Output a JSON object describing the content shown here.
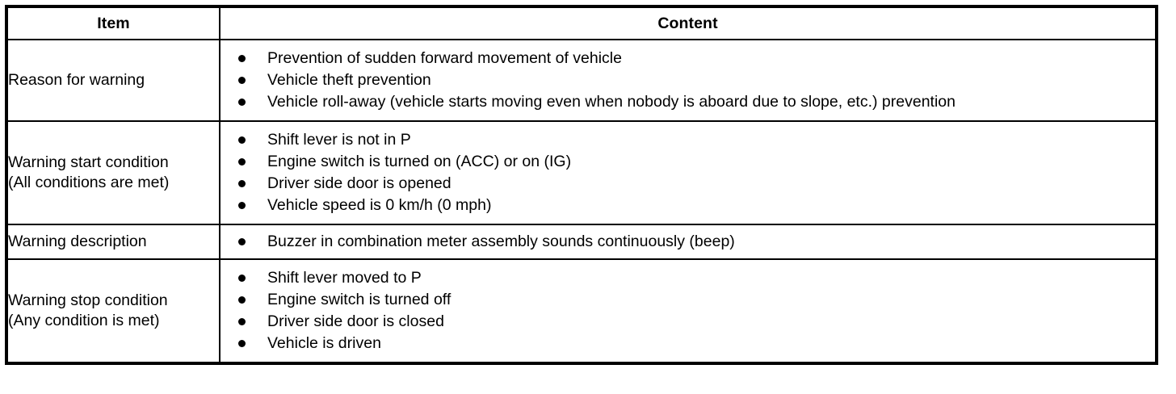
{
  "table": {
    "headers": {
      "item": "Item",
      "content": "Content"
    },
    "rows": [
      {
        "item_line1": "Reason for warning",
        "item_line2": "",
        "bullets": [
          "Prevention of sudden forward movement of vehicle",
          "Vehicle theft prevention",
          "Vehicle roll-away (vehicle starts moving even when nobody is aboard due to slope, etc.) prevention"
        ]
      },
      {
        "item_line1": "Warning start condition",
        "item_line2": "(All conditions are met)",
        "bullets": [
          "Shift lever is not in P",
          "Engine switch is turned on (ACC) or on (IG)",
          "Driver side door is opened",
          "Vehicle speed is 0 km/h (0 mph)"
        ]
      },
      {
        "item_line1": "Warning description",
        "item_line2": "",
        "bullets": [
          "Buzzer in combination meter assembly sounds continuously (beep)"
        ]
      },
      {
        "item_line1": "Warning stop condition",
        "item_line2": "(Any condition is met)",
        "bullets": [
          "Shift lever moved to P",
          "Engine switch is turned off",
          "Driver side door is closed",
          "Vehicle is driven"
        ]
      }
    ]
  }
}
